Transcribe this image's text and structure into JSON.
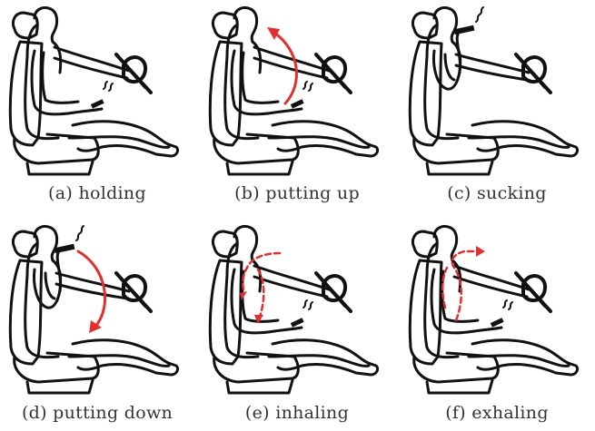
{
  "panels": [
    {
      "id": "a",
      "caption": "(a) holding",
      "action": "holding"
    },
    {
      "id": "b",
      "caption": "(b) putting up",
      "action": "putting-up"
    },
    {
      "id": "c",
      "caption": "(c) sucking",
      "action": "sucking"
    },
    {
      "id": "d",
      "caption": "(d) putting down",
      "action": "putting-down"
    },
    {
      "id": "e",
      "caption": "(e) inhaling",
      "action": "inhaling"
    },
    {
      "id": "f",
      "caption": "(f) exhaling",
      "action": "exhaling"
    }
  ],
  "colors": {
    "outline": "#111111",
    "arrow": "#e23030",
    "caption": "#333333"
  }
}
